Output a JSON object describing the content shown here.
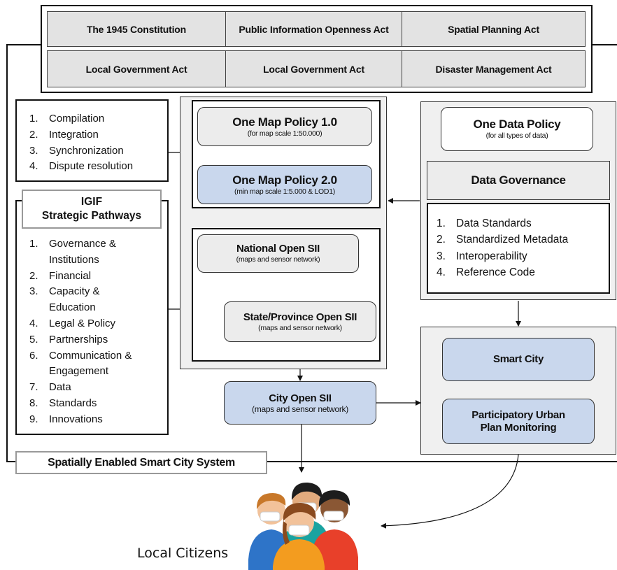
{
  "laws": {
    "row1": [
      "The 1945 Constitution",
      "Public Information Openness Act",
      "Spatial Planning Act"
    ],
    "row2": [
      "Local Government Act",
      "Local Government Act",
      "Disaster Management Act"
    ]
  },
  "process_list": [
    {
      "num": "1.",
      "text": "Compilation"
    },
    {
      "num": "2.",
      "text": "Integration"
    },
    {
      "num": "3.",
      "text": "Synchronization"
    },
    {
      "num": "4.",
      "text": "Dispute resolution"
    }
  ],
  "igif": {
    "title_line1": "IGIF",
    "title_line2": "Strategic Pathways",
    "items": [
      {
        "num": "1.",
        "text": "Governance &"
      },
      {
        "num": "",
        "text": "Institutions"
      },
      {
        "num": "2.",
        "text": "Financial"
      },
      {
        "num": "3.",
        "text": "Capacity &"
      },
      {
        "num": "",
        "text": "Education"
      },
      {
        "num": "4.",
        "text": "Legal & Policy"
      },
      {
        "num": "5.",
        "text": "Partnerships"
      },
      {
        "num": "6.",
        "text": "Communication &"
      },
      {
        "num": "",
        "text": "Engagement"
      },
      {
        "num": "7.",
        "text": "Data"
      },
      {
        "num": "8.",
        "text": "Standards"
      },
      {
        "num": "9.",
        "text": "Innovations"
      }
    ]
  },
  "one_map_1": {
    "title": "One Map Policy 1.0",
    "subtitle": "(for map scale 1:50.000)"
  },
  "one_map_2": {
    "title": "One Map Policy 2.0",
    "subtitle": "(min map scale 1:5.000 & LOD1)"
  },
  "national_sii": {
    "title": "National Open SII",
    "subtitle": "(maps and sensor network)"
  },
  "state_sii": {
    "title": "State/Province Open SII",
    "subtitle": "(maps and sensor network)"
  },
  "city_sii": {
    "title": "City Open SII",
    "subtitle": "(maps and sensor network)"
  },
  "one_data": {
    "title": "One Data Policy",
    "subtitle": "(for all types of data)"
  },
  "data_governance": {
    "title": "Data Governance",
    "items": [
      {
        "num": "1.",
        "text": "Data Standards"
      },
      {
        "num": "2.",
        "text": "Standardized Metadata"
      },
      {
        "num": "3.",
        "text": "Interoperability"
      },
      {
        "num": "4.",
        "text": "Reference Code"
      }
    ]
  },
  "smart_city": {
    "title": "Smart City"
  },
  "participatory": {
    "title_line1": "Participatory Urban",
    "title_line2": "Plan Monitoring"
  },
  "system_label": "Spatially Enabled Smart City System",
  "citizens_label": "Local Citizens",
  "icons": [
    "citizens-group-icon"
  ],
  "colors": {
    "box_blue": "#c9d7ed",
    "box_grey": "#ececec",
    "panel_grey": "#f0f0f0",
    "law_grey": "#e3e3e3"
  }
}
